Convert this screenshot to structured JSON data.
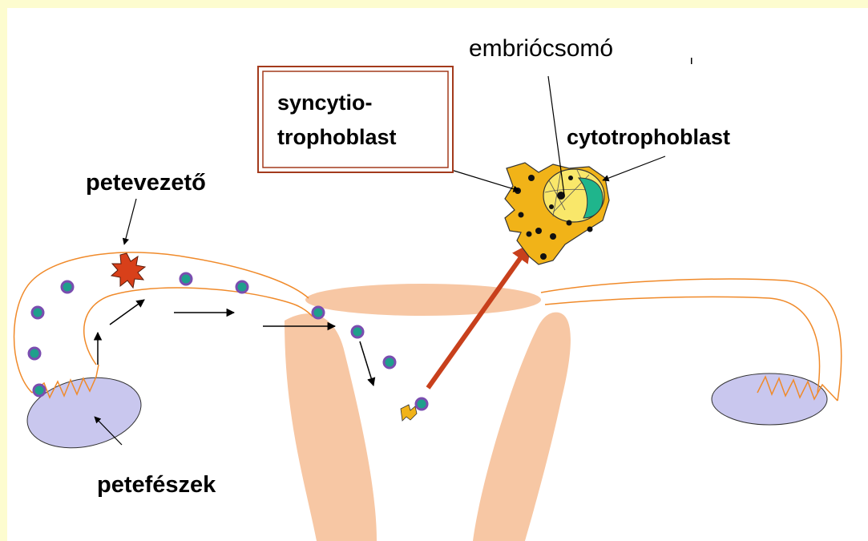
{
  "labels": {
    "embryoblast": "embriócsomó",
    "syncytio_line1": "syncytio-",
    "syncytio_line2": "trophoblast",
    "cytotrophoblast": "cytotrophoblast",
    "oviduct": "petevezető",
    "ovary": "petefészek"
  },
  "colors": {
    "tube_outline": "#f08a2a",
    "organ_fill": "#f7c7a4",
    "ovary_fill": "#c9c7ee",
    "cell_fill": "#1f9f8c",
    "cell_ring": "#7a4db0",
    "implant_arrow": "#c8401c",
    "burst": "#d8401a",
    "blastocyst_fill": "#f1b318",
    "inner_mass": "#1fb58c",
    "label_box": "#a33a1c",
    "background_strip": "#fdfccf"
  }
}
